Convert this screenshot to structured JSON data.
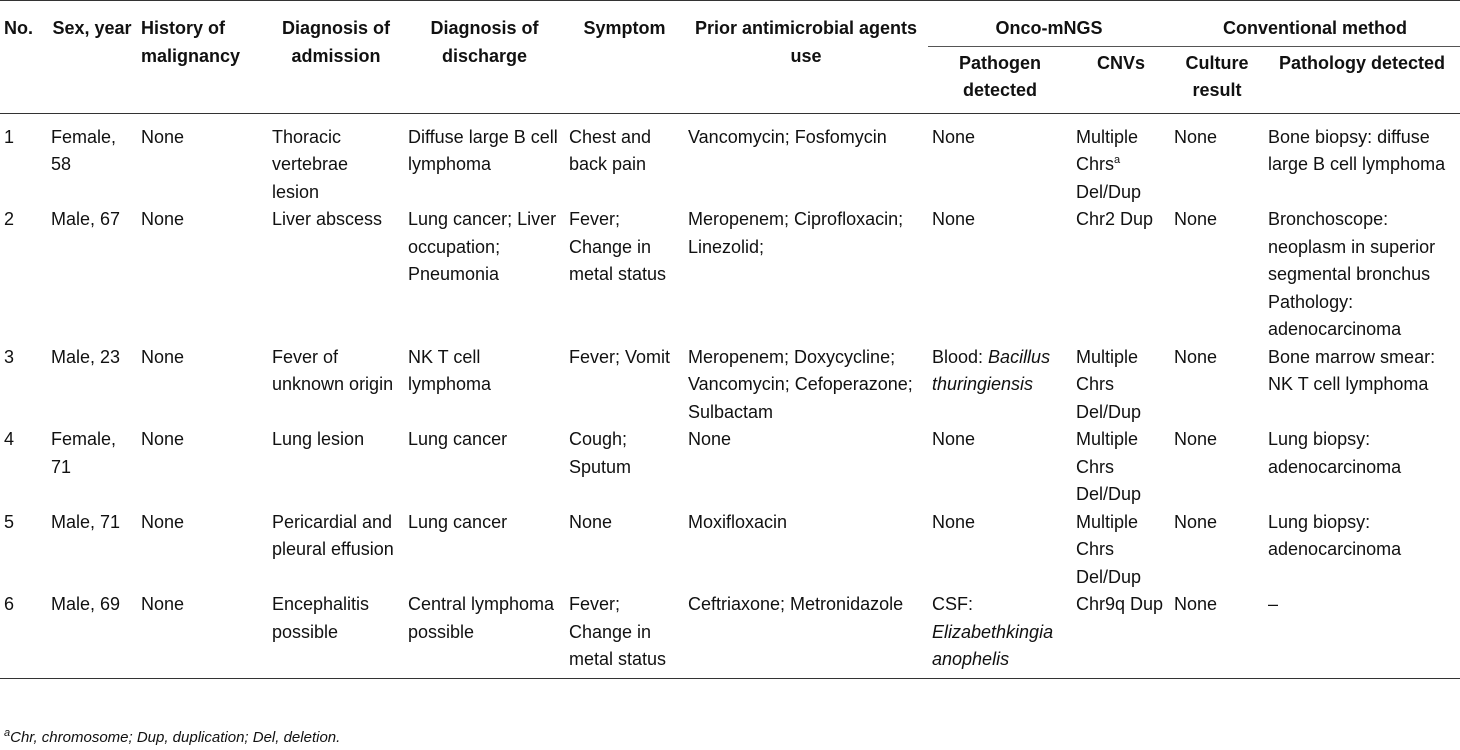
{
  "headers": {
    "no": "No.",
    "sex_year": "Sex, year",
    "history": "History of malignancy",
    "diag_admission": "Diagnosis of admission",
    "diag_discharge": "Diagnosis of discharge",
    "symptom": "Symptom",
    "prior_agents": "Prior antimicrobial agents use",
    "onco_group": "Onco-mNGS",
    "pathogen": "Pathogen detected",
    "cnvs": "CNVs",
    "conv_group": "Conventional method",
    "culture": "Culture result",
    "pathology": "Pathology detected"
  },
  "rows": [
    {
      "no": "1",
      "sex_year": "Female, 58",
      "history": "None",
      "diag_admission": "Thoracic vertebrae lesion",
      "diag_discharge": "Diffuse large B cell lymphoma",
      "symptom": "Chest and back pain",
      "prior_agents": "Vancomycin; Fosfomycin",
      "pathogen_prefix": "",
      "pathogen": "None",
      "cnvs_a": "Multiple Chrs",
      "cnvs_sup": "a",
      "cnvs_b": " Del/Dup",
      "culture": "None",
      "pathology": "Bone biopsy: diffuse large B cell lymphoma"
    },
    {
      "no": "2",
      "sex_year": "Male, 67",
      "history": "None",
      "diag_admission": "Liver abscess",
      "diag_discharge": "Lung cancer; Liver occupation; Pneumonia",
      "symptom": "Fever; Change in metal status",
      "prior_agents": "Meropenem; Ciprofloxacin; Linezolid;",
      "pathogen_prefix": "",
      "pathogen": "None",
      "cnvs_a": "Chr2 Dup",
      "cnvs_sup": "",
      "cnvs_b": "",
      "culture": "None",
      "pathology": "Bronchoscope: neoplasm in superior segmental bronchus Pathology: adenocarcinoma"
    },
    {
      "no": "3",
      "sex_year": "Male, 23",
      "history": "None",
      "diag_admission": "Fever of unknown origin",
      "diag_discharge": "NK T cell lymphoma",
      "symptom": "Fever; Vomit",
      "prior_agents": "Meropenem; Doxycycline; Vancomycin; Cefoperazone; Sulbactam",
      "pathogen_prefix": "Blood: ",
      "pathogen": "Bacillus thuringiensis",
      "cnvs_a": "Multiple Chrs Del/Dup",
      "cnvs_sup": "",
      "cnvs_b": "",
      "culture": "None",
      "pathology": "Bone marrow smear: NK T cell lymphoma"
    },
    {
      "no": "4",
      "sex_year": "Female, 71",
      "history": "None",
      "diag_admission": "Lung lesion",
      "diag_discharge": "Lung cancer",
      "symptom": "Cough; Sputum",
      "prior_agents": "None",
      "pathogen_prefix": "",
      "pathogen": "None",
      "cnvs_a": "Multiple Chrs Del/Dup",
      "cnvs_sup": "",
      "cnvs_b": "",
      "culture": "None",
      "pathology": "Lung biopsy: adenocarcinoma"
    },
    {
      "no": "5",
      "sex_year": "Male, 71",
      "history": "None",
      "diag_admission": "Pericardial and pleural effusion",
      "diag_discharge": "Lung cancer",
      "symptom": "None",
      "prior_agents": "Moxifloxacin",
      "pathogen_prefix": "",
      "pathogen": "None",
      "cnvs_a": "Multiple Chrs Del/Dup",
      "cnvs_sup": "",
      "cnvs_b": "",
      "culture": "None",
      "pathology": "Lung biopsy: adenocarcinoma"
    },
    {
      "no": "6",
      "sex_year": "Male, 69",
      "history": "None",
      "diag_admission": "Encephalitis possible",
      "diag_discharge": "Central lymphoma possible",
      "symptom": "Fever; Change in metal status",
      "prior_agents": "Ceftriaxone; Metronidazole",
      "pathogen_prefix": "CSF: ",
      "pathogen": "Elizabethkingia anophelis",
      "cnvs_a": "Chr9q Dup",
      "cnvs_sup": "",
      "cnvs_b": "",
      "culture": "None",
      "pathology": "–"
    }
  ],
  "footnote": {
    "marker": "a",
    "text": "Chr, chromosome; Dup, duplication; Del, deletion."
  }
}
